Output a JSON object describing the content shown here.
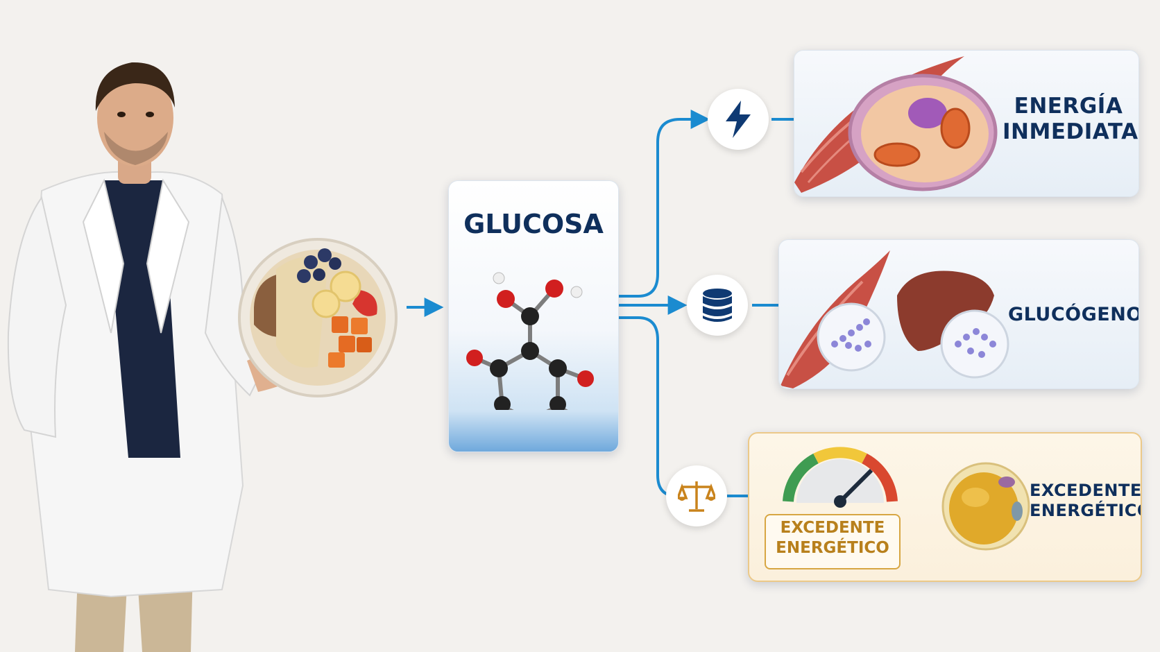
{
  "glucose": {
    "title": "GLUCOSA"
  },
  "outcomes": [
    {
      "label_line1": "ENERGÍA",
      "label_line2": "INMEDIATA",
      "icon": "lightning-bolt-icon"
    },
    {
      "label": "GLUCÓGENO",
      "icon": "database-storage-icon"
    },
    {
      "label_line1": "EXCEDENTE",
      "label_line2": "ENERGÉTICO",
      "icon": "balance-scale-icon"
    }
  ],
  "surplus_box": {
    "line1": "EXCEDENTE",
    "line2": "ENERGÉTICO"
  },
  "colors": {
    "navy": "#0f2f5c",
    "flow_blue": "#1b8bd0",
    "gold": "#d9a23a",
    "background": "#f3f1ee"
  }
}
